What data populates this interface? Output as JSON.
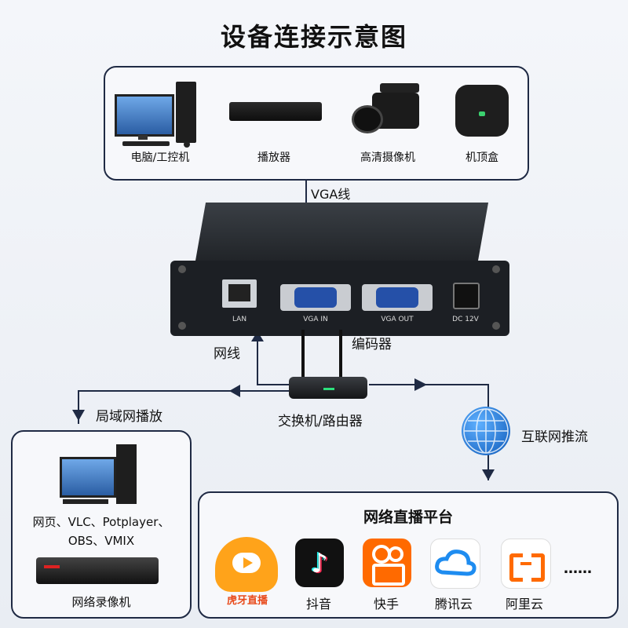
{
  "title": "设备连接示意图",
  "sources": [
    "电脑/工控机",
    "播放器",
    "高清摄像机",
    "机顶盒"
  ],
  "cable_label": "VGA线",
  "encoder": {
    "label": "编码器",
    "ports": [
      "LAN",
      "VGA IN",
      "VGA OUT",
      "DC 12V"
    ]
  },
  "network_cable_label": "网线",
  "router_label": "交换机/路由器",
  "lan_play_label": "局域网播放",
  "internet_label": "互联网推流",
  "local_panel": {
    "players_line1": "网页、VLC、Potplayer、",
    "players_line2": "OBS、VMIX",
    "recorder_label": "网络录像机"
  },
  "platform_panel": {
    "title": "网络直播平台",
    "apps": [
      "虎牙直播",
      "抖音",
      "快手",
      "腾讯云",
      "阿里云"
    ],
    "more": "……"
  },
  "colors": {
    "line": "#1f2a44",
    "kuaishou": "#ff6a00",
    "douyin": "#111111",
    "tencent": "#1e8cf0",
    "aliyun": "#ff6a00",
    "huya": "#ffa31a"
  }
}
